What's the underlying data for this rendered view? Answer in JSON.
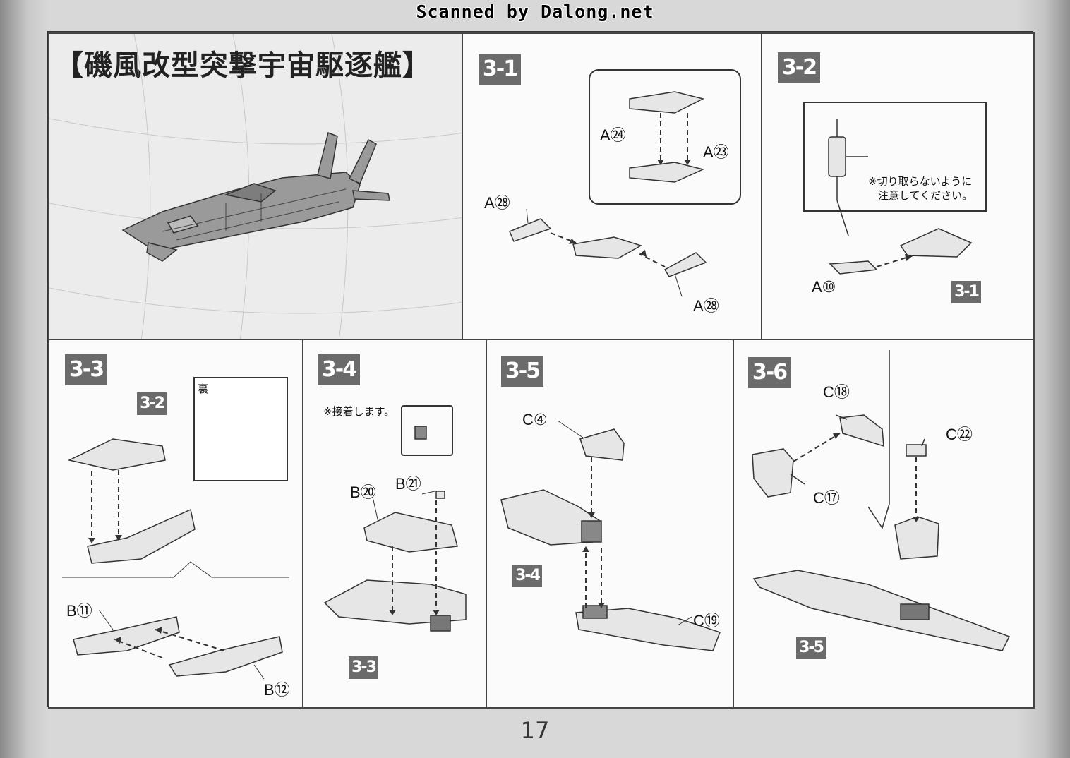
{
  "header": {
    "scan_credit": "Scanned by Dalong.net"
  },
  "title": "【磯風改型突撃宇宙駆逐艦】",
  "steps": [
    {
      "id": "3-1",
      "labels": [
        "A㉔",
        "A㉓",
        "A㉘",
        "A㉘"
      ]
    },
    {
      "id": "3-2",
      "labels": [
        "A⑩",
        "3-1"
      ],
      "note_line1": "※切り取らないように",
      "note_line2": "注意してください。"
    },
    {
      "id": "3-3",
      "labels": [
        "3-2",
        "B⑪",
        "B⑫"
      ],
      "inset_label": "裏"
    },
    {
      "id": "3-4",
      "labels": [
        "B⑳",
        "B㉑",
        "3-3"
      ],
      "note": "※接着します。"
    },
    {
      "id": "3-5",
      "labels": [
        "C④",
        "C⑲",
        "3-4"
      ]
    },
    {
      "id": "3-6",
      "labels": [
        "C⑱",
        "C㉒",
        "C⑰",
        "3-5"
      ]
    }
  ],
  "page_number": "17"
}
